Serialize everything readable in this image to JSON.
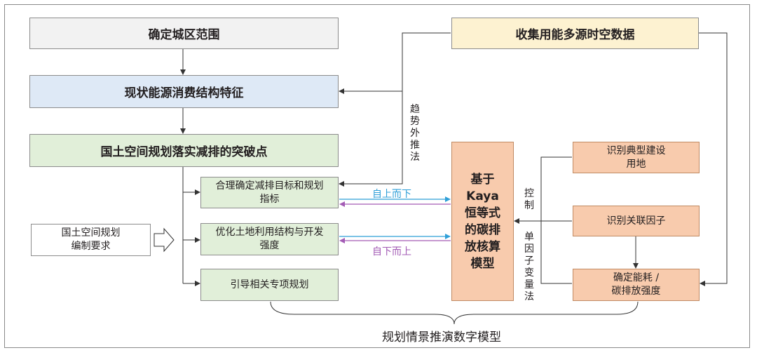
{
  "boxes": {
    "define_area": "确定城区范围",
    "current_structure": "现状能源消费结构特征",
    "breakthrough": "国土空间规划落实减排的突破点",
    "collect_data": "收集用能多源时空数据",
    "goal_line1": "合理确定减排目标和规划",
    "goal_line2": "指标",
    "optimize_line1": "优化土地利用结构与开发",
    "optimize_line2": "强度",
    "guide": "引导相关专项规划",
    "requirement_line1": "国土空间规划",
    "requirement_line2": "编制要求",
    "model_line1": "基于",
    "model_line2": "Kaya",
    "model_line3": "恒等式",
    "model_line4": "的碳排",
    "model_line5": "放核算",
    "model_line6": "模型",
    "land_line1": "识别典型建设",
    "land_line2": "用地",
    "factor": "识别关联因子",
    "intensity_line1": "确定能耗 /",
    "intensity_line2": "碳排放强度"
  },
  "labels": {
    "trend": "趋势外推法",
    "top_down": "自上而下",
    "bottom_up": "自下而上",
    "control": "控制",
    "single_factor": "单因子变量法",
    "scenario_model": "规划情景推演数字模型"
  },
  "colors": {
    "top_down_arrow": "#2f9fd8",
    "bottom_up_arrow": "#a35bb5",
    "connector": "#333333"
  }
}
